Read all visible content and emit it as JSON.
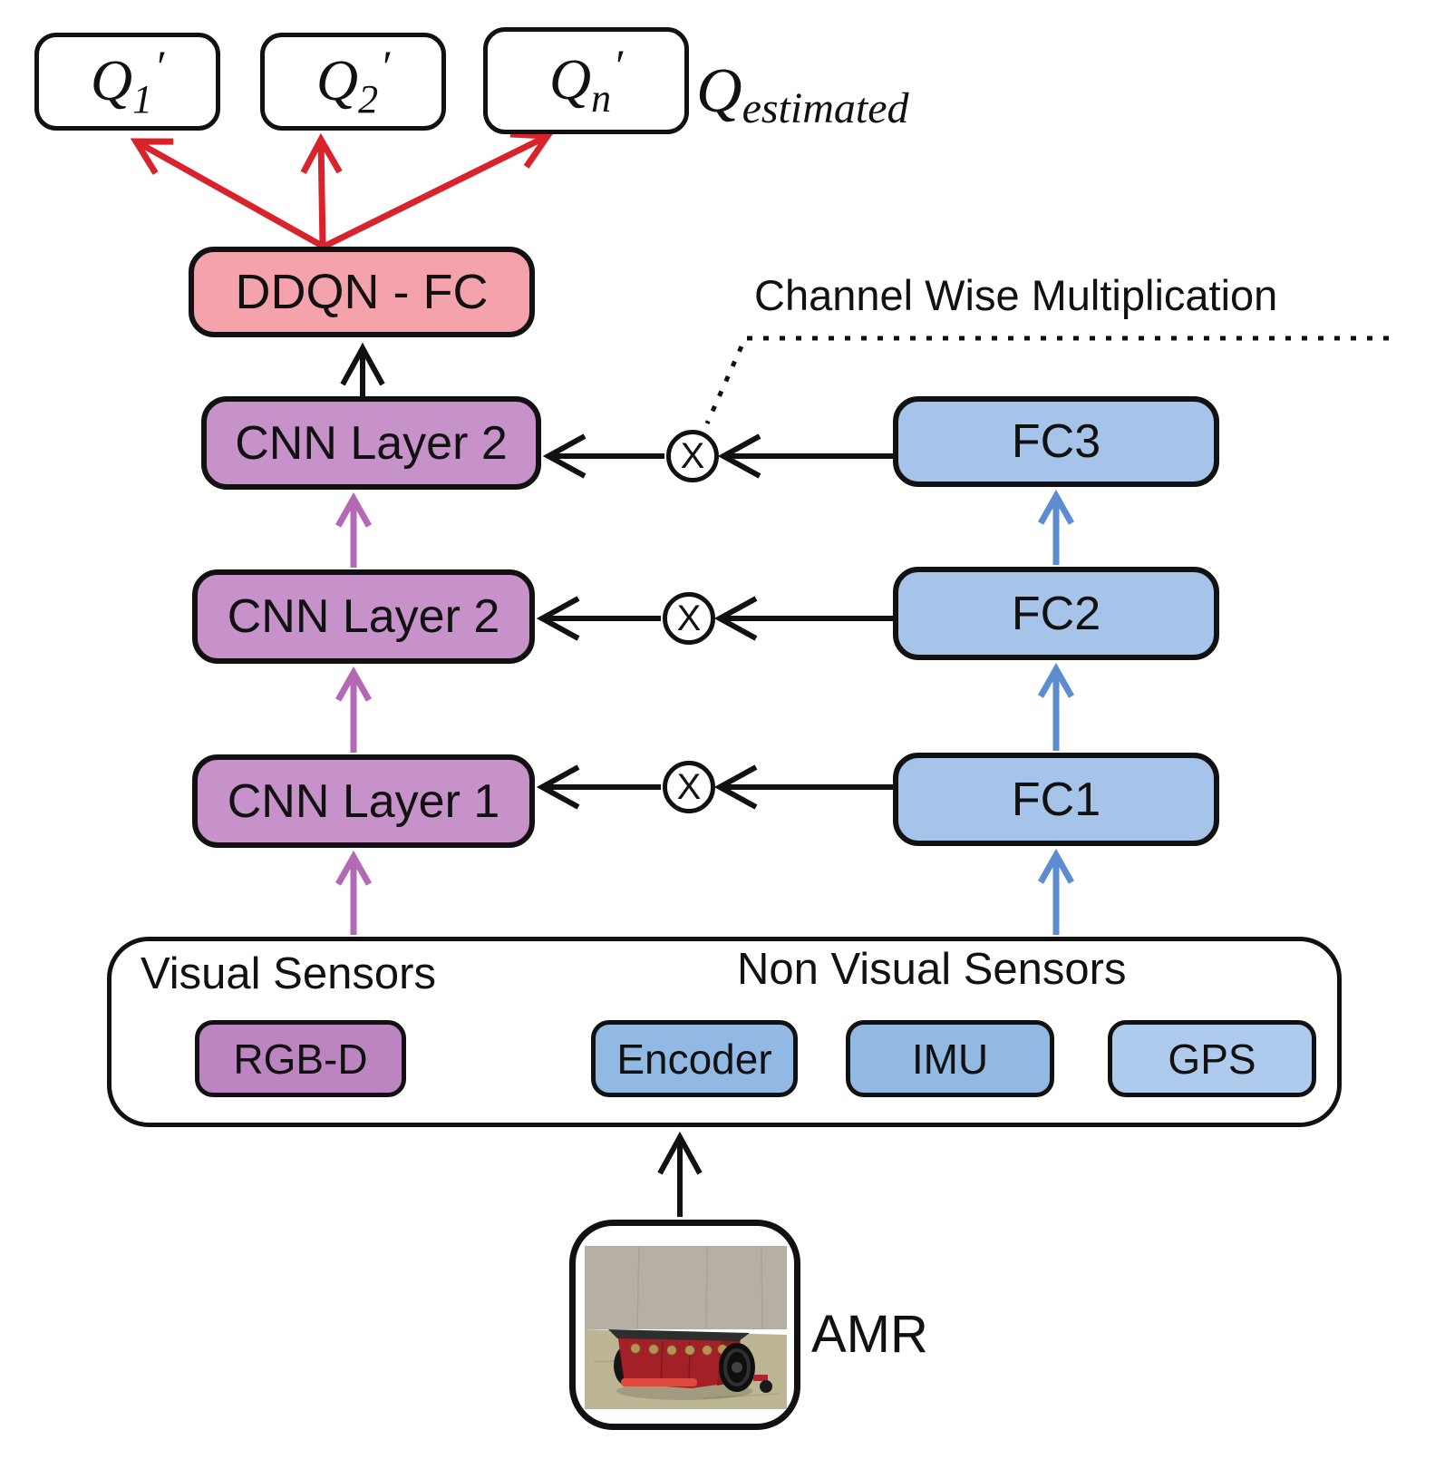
{
  "outputs": {
    "q1": {
      "base": "Q",
      "sub": "1",
      "prime": "′"
    },
    "q2": {
      "base": "Q",
      "sub": "2",
      "prime": "′"
    },
    "qn": {
      "base": "Q",
      "sub": "n",
      "prime": "′"
    },
    "q_estimated": {
      "base": "Q",
      "sub": "estimated"
    }
  },
  "network": {
    "ddqn_label": "DDQN - FC",
    "cnn_top_label": "CNN Layer 2",
    "cnn_mid_label": "CNN Layer 2",
    "cnn_bottom_label": "CNN Layer 1",
    "fc3_label": "FC3",
    "fc2_label": "FC2",
    "fc1_label": "FC1"
  },
  "annotations": {
    "channel_wise": "Channel Wise Multiplication",
    "multiply": "X",
    "amr": "AMR"
  },
  "sensors": {
    "visual_title": "Visual Sensors",
    "non_visual_title": "Non Visual Sensors",
    "visual": [
      "RGB-D"
    ],
    "non_visual": [
      "Encoder",
      "IMU",
      "GPS"
    ]
  },
  "colors": {
    "cnn_purple": "#c791c9",
    "rgbd_purple": "#bd84c2",
    "ddqn_pink": "#f4a3ac",
    "fc_blue": "#a6c4e9",
    "sensor_blue": "#92b8e4",
    "gps_blue": "#aecbee",
    "arrow_purple": "#b469b4",
    "arrow_blue": "#5b8dd0",
    "arrow_red": "#d9232b",
    "line_black": "#111111"
  }
}
